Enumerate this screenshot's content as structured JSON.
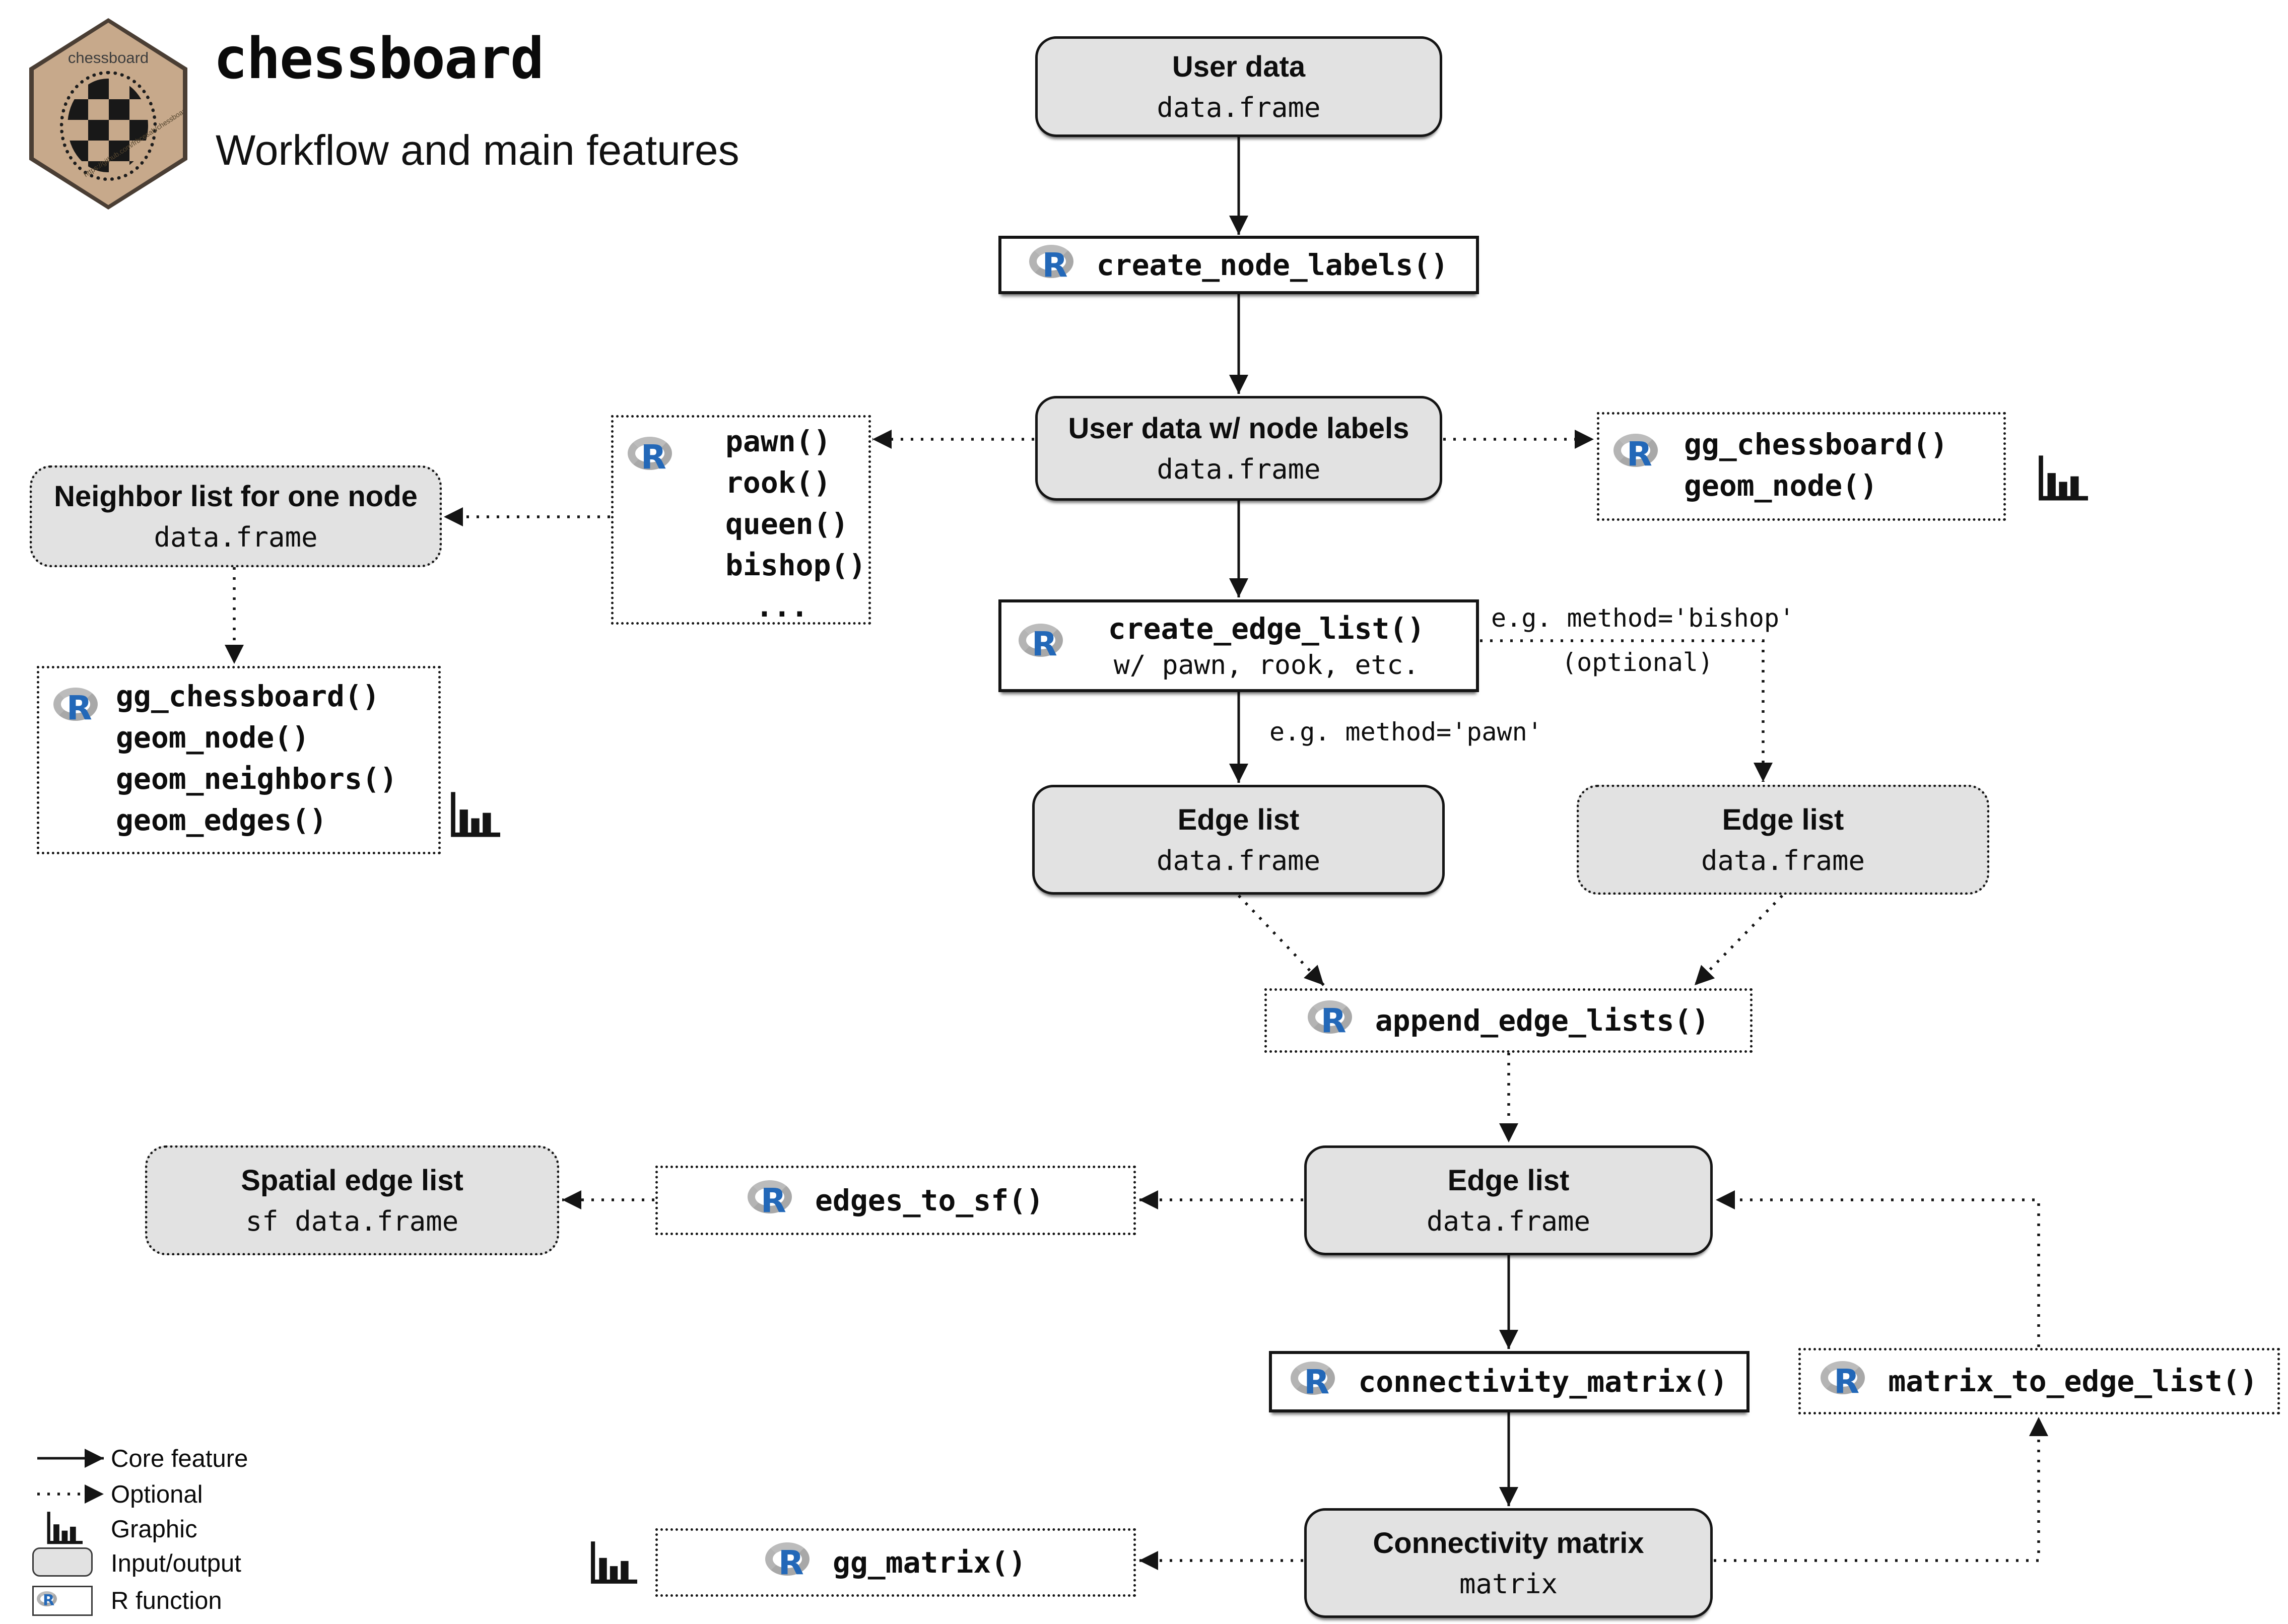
{
  "header": {
    "title": "chessboard",
    "subtitle": "Workflow and main features",
    "logo_label": "chessboard",
    "logo_url": "https://github.com/frbcesab/chessboard"
  },
  "icons": {
    "r_letter": "R"
  },
  "nodes": {
    "user_data": {
      "title": "User data",
      "subtitle": "data.frame"
    },
    "create_node_labels": {
      "label": "create_node_labels()"
    },
    "user_data_labels": {
      "title": "User data w/ node labels",
      "subtitle": "data.frame"
    },
    "move_fns": {
      "lines": [
        "pawn()",
        "rook()",
        "queen()",
        "bishop()",
        "..."
      ]
    },
    "gg_node": {
      "lines": [
        "gg_chessboard()",
        "geom_node()"
      ]
    },
    "neighbor_list": {
      "title": "Neighbor list for one node",
      "subtitle": "data.frame"
    },
    "gg_full": {
      "lines": [
        "gg_chessboard()",
        "geom_node()",
        "geom_neighbors()",
        "geom_edges()"
      ]
    },
    "create_edge_list": {
      "label": "create_edge_list()",
      "sub": "w/ pawn, rook, etc."
    },
    "edge_list_left": {
      "title": "Edge list",
      "subtitle": "data.frame"
    },
    "edge_list_right": {
      "title": "Edge list",
      "subtitle": "data.frame"
    },
    "append_edge_lists": {
      "label": "append_edge_lists()"
    },
    "edge_list_main": {
      "title": "Edge list",
      "subtitle": "data.frame"
    },
    "edges_to_sf": {
      "label": "edges_to_sf()"
    },
    "spatial_edge_list": {
      "title": "Spatial edge list",
      "subtitle": "sf data.frame"
    },
    "connectivity_matrix_fn": {
      "label": "connectivity_matrix()"
    },
    "matrix_to_edge_list": {
      "label": "matrix_to_edge_list()"
    },
    "connectivity_matrix": {
      "title": "Connectivity matrix",
      "subtitle": "matrix"
    },
    "gg_matrix": {
      "label": "gg_matrix()"
    }
  },
  "edge_labels": {
    "bishop": "e.g. method='bishop'",
    "optional": "(optional)",
    "pawn": "e.g. method='pawn'"
  },
  "legend": {
    "core": "Core feature",
    "optional": "Optional",
    "graphic": "Graphic",
    "io": "Input/output",
    "rfn": "R function"
  },
  "colors": {
    "io_fill": "#e2e2e2",
    "line": "#141414",
    "r_blue": "#2368b8",
    "r_gray": "#a8a8a8",
    "hex_fill": "#c7a98b",
    "hex_border": "#4a3e34"
  }
}
